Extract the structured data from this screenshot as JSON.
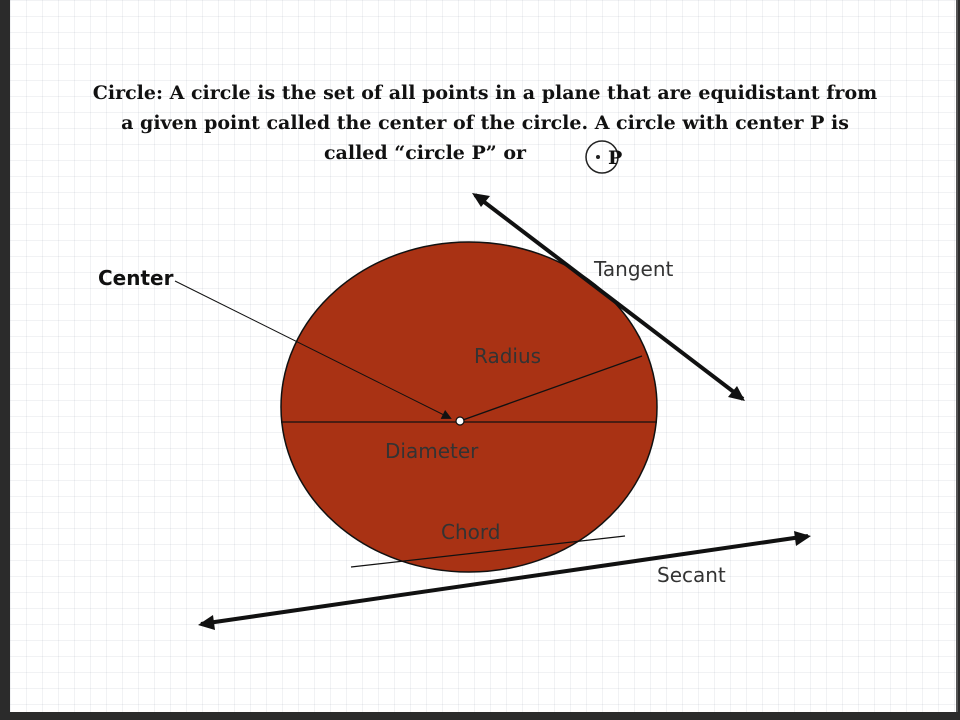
{
  "definition": {
    "line1": "Circle: A circle is the set of all points in a plane that are equidistant from",
    "line2": "a given point called the center of  the circle.  A circle with center P is",
    "line3": "called “circle P” or",
    "symbol_letter": "P"
  },
  "labels": {
    "center": "Center",
    "tangent": "Tangent",
    "radius": "Radius",
    "diameter": "Diameter",
    "chord": "Chord",
    "secant": "Secant"
  },
  "colors": {
    "circle_fill": "#A93214",
    "line": "#111111",
    "background": "#ffffff"
  }
}
